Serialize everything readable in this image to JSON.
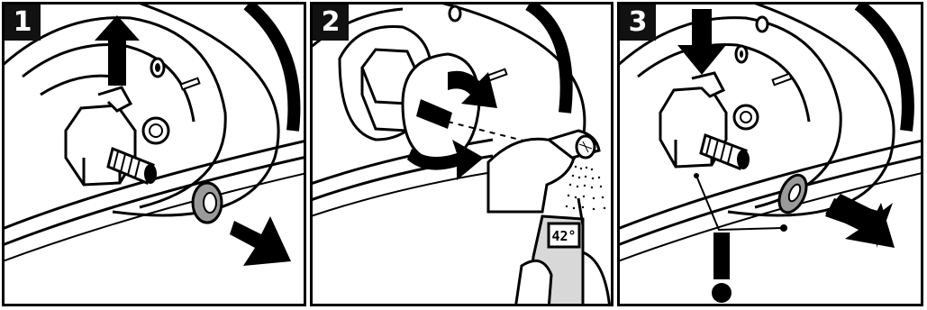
{
  "steps": [
    {
      "number": "1"
    },
    {
      "number": "2",
      "thermometer_reading": "42°"
    },
    {
      "number": "3",
      "warning_symbol": "!"
    }
  ],
  "colors": {
    "ink": "#000000",
    "paper": "#ffffff",
    "gray": "#9a9a9a",
    "light_gray": "#d8d8d8"
  },
  "icons": [
    "arrow-up-icon",
    "arrow-right-icon",
    "curved-arrow-icon",
    "arrow-down-icon",
    "arrow-left-icon",
    "hand-icon",
    "shower-head-icon",
    "thermometer-icon",
    "warning-icon",
    "washer-icon"
  ]
}
